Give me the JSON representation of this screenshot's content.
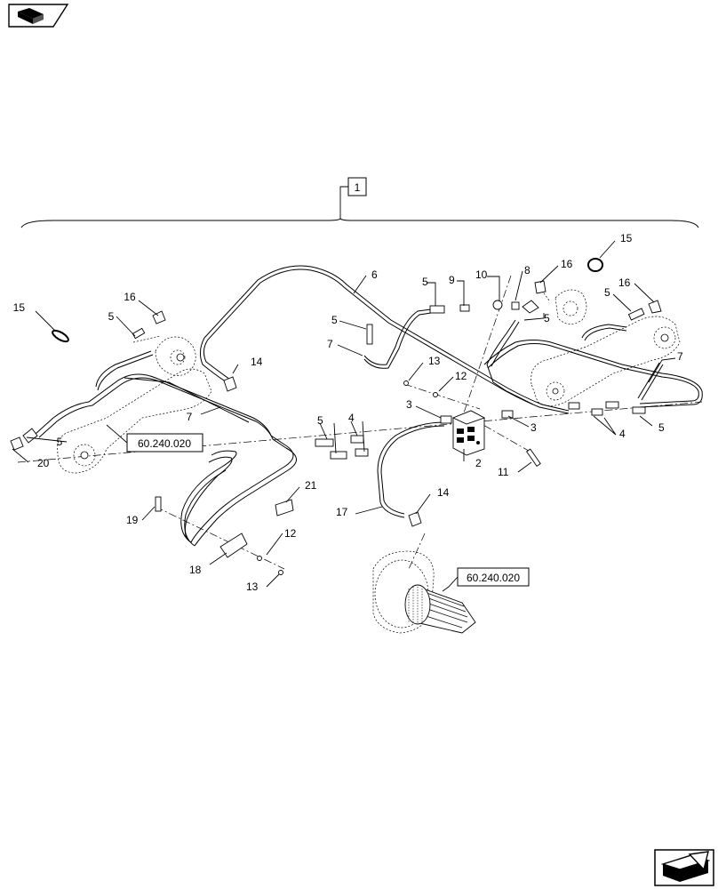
{
  "reference_boxes": {
    "main": "1",
    "ref_left": "60.240.020",
    "ref_bottom": "60.240.020"
  },
  "callouts": [
    {
      "id": "c15a",
      "text": "15"
    },
    {
      "id": "c16a",
      "text": "16"
    },
    {
      "id": "c5a",
      "text": "5"
    },
    {
      "id": "c7a",
      "text": "7"
    },
    {
      "id": "c5b",
      "text": "5"
    },
    {
      "id": "c20",
      "text": "20"
    },
    {
      "id": "c14a",
      "text": "14"
    },
    {
      "id": "c6",
      "text": "6"
    },
    {
      "id": "c5c",
      "text": "5"
    },
    {
      "id": "c7b",
      "text": "7"
    },
    {
      "id": "c5d",
      "text": "5"
    },
    {
      "id": "c9",
      "text": "9"
    },
    {
      "id": "c10",
      "text": "10"
    },
    {
      "id": "c8",
      "text": "8"
    },
    {
      "id": "c16b",
      "text": "16"
    },
    {
      "id": "c15b",
      "text": "15"
    },
    {
      "id": "c5e",
      "text": "5"
    },
    {
      "id": "c16c",
      "text": "16"
    },
    {
      "id": "c5f",
      "text": "5"
    },
    {
      "id": "c7c",
      "text": "7"
    },
    {
      "id": "c13a",
      "text": "13"
    },
    {
      "id": "c12a",
      "text": "12"
    },
    {
      "id": "c3a",
      "text": "3"
    },
    {
      "id": "c3b",
      "text": "3"
    },
    {
      "id": "c4a",
      "text": "4"
    },
    {
      "id": "c5g",
      "text": "5"
    },
    {
      "id": "c4b",
      "text": "4"
    },
    {
      "id": "c5h",
      "text": "5"
    },
    {
      "id": "c2",
      "text": "2"
    },
    {
      "id": "c11",
      "text": "11"
    },
    {
      "id": "c21",
      "text": "21"
    },
    {
      "id": "c19",
      "text": "19"
    },
    {
      "id": "c12b",
      "text": "12"
    },
    {
      "id": "c18",
      "text": "18"
    },
    {
      "id": "c13b",
      "text": "13"
    },
    {
      "id": "c17",
      "text": "17"
    },
    {
      "id": "c14b",
      "text": "14"
    }
  ],
  "icons": {
    "top_nav": "previous-page-arrow-icon",
    "bottom_nav": "next-page-arrow-icon"
  }
}
